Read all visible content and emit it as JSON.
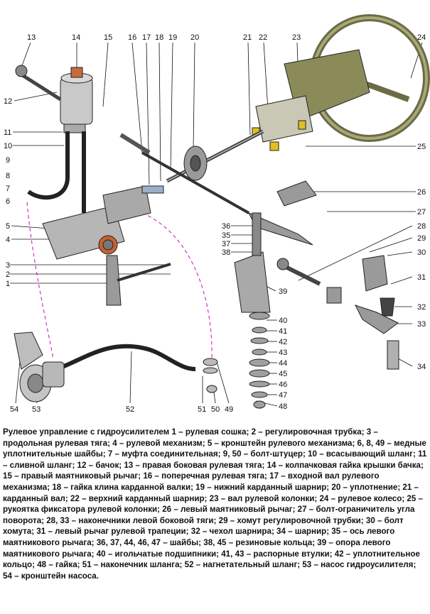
{
  "labels": [
    "13",
    "14",
    "15",
    "16",
    "17",
    "18",
    "19",
    "20",
    "21",
    "22",
    "23",
    "24",
    "12",
    "11",
    "10",
    "9",
    "8",
    "7",
    "6",
    "5",
    "4",
    "3",
    "2",
    "1",
    "25",
    "26",
    "27",
    "28",
    "29",
    "36",
    "35",
    "37",
    "38",
    "30",
    "31",
    "39",
    "32",
    "33",
    "40",
    "41",
    "42",
    "43",
    "44",
    "45",
    "46",
    "47",
    "48",
    "34",
    "54",
    "53",
    "52",
    "51",
    "50",
    "49"
  ],
  "caption": "Рулевое управление с гидроусилителем 1 – рулевая сошка; 2 – регулировочная трубка; 3 – продольная рулевая тяга; 4 – рулевой механизм; 5 – кронштейн рулевого механизма; 6, 8, 49 – медные уплотнительные шайбы; 7 – муфта соединительная; 9, 50 – болт-штуцер; 10 – всасывающий шланг; 11 – сливной шланг; 12 – бачок; 13 – правая боковая рулевая тяга; 14 – колпачковая гайка крышки бачка; 15 – правый маятниковый рычаг; 16 – поперечная рулевая тяга; 17 – входной вал рулевого механизма; 18 – гайка клина карданной валки; 19 – нижний карданный шарнир; 20 – уплотнение; 21 – карданный вал; 22 – верхний карданный шарнир; 23 – вал рулевой колонки; 24 – рулевое колесо; 25 – рукоятка фиксатора рулевой колонки; 26 – левый маятниковый рычаг; 27 – болт-ограничитель угла поворота; 28, 33 – наконечники левой боковой тяги; 29 – хомут регулировочной трубки; 30 – болт хомута; 31 – левый рычаг рулевой трапеции; 32 – чехол шарнира; 34 – шарнир; 35 – ось левого маятникового рычага; 36, 37, 44, 46, 47 – шайбы; 38, 45 – резиновые кольца; 39 – опора левого маятникового рычага; 40 – игольчатые подшипники; 41, 43 – распорные втулки; 42 – уплотнительное кольцо; 48 – гайка; 51 – наконечник шланга; 52 – нагнетательный шланг; 53 – насос гидроусилителя; 54 – кронштейн насоса."
}
